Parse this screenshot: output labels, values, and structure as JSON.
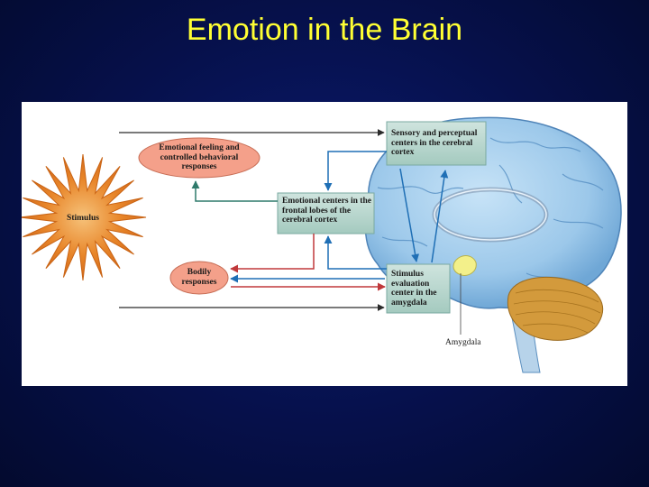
{
  "slide": {
    "title": "Emotion in the Brain"
  },
  "diagram": {
    "stimulus_label": "Stimulus",
    "emotional_feeling_label": "Emotional feeling and controlled behavioral responses",
    "bodily_responses_label": "Bodily responses",
    "sensory_centers_label": "Sensory and perceptual centers in the cerebral cortex",
    "frontal_centers_label": "Emotional centers in the frontal lobes of the cerebral cortex",
    "amygdala_center_label": "Stimulus evaluation center in the amygdala",
    "amygdala_label": "Amygdala"
  },
  "colors": {
    "background": "#06104a",
    "title": "#ffff33",
    "stimulus": "#e8862a",
    "oval": "#f4a08a",
    "box": "#a9cfc4",
    "arrow_blue": "#1f6fb5",
    "arrow_dark": "#2b2b2b",
    "arrow_green": "#2f7a6b",
    "arrow_red": "#c0393b",
    "brain": "#9cc8ea",
    "cerebellum": "#d39a3c",
    "amygdala": "#f3f08a"
  }
}
